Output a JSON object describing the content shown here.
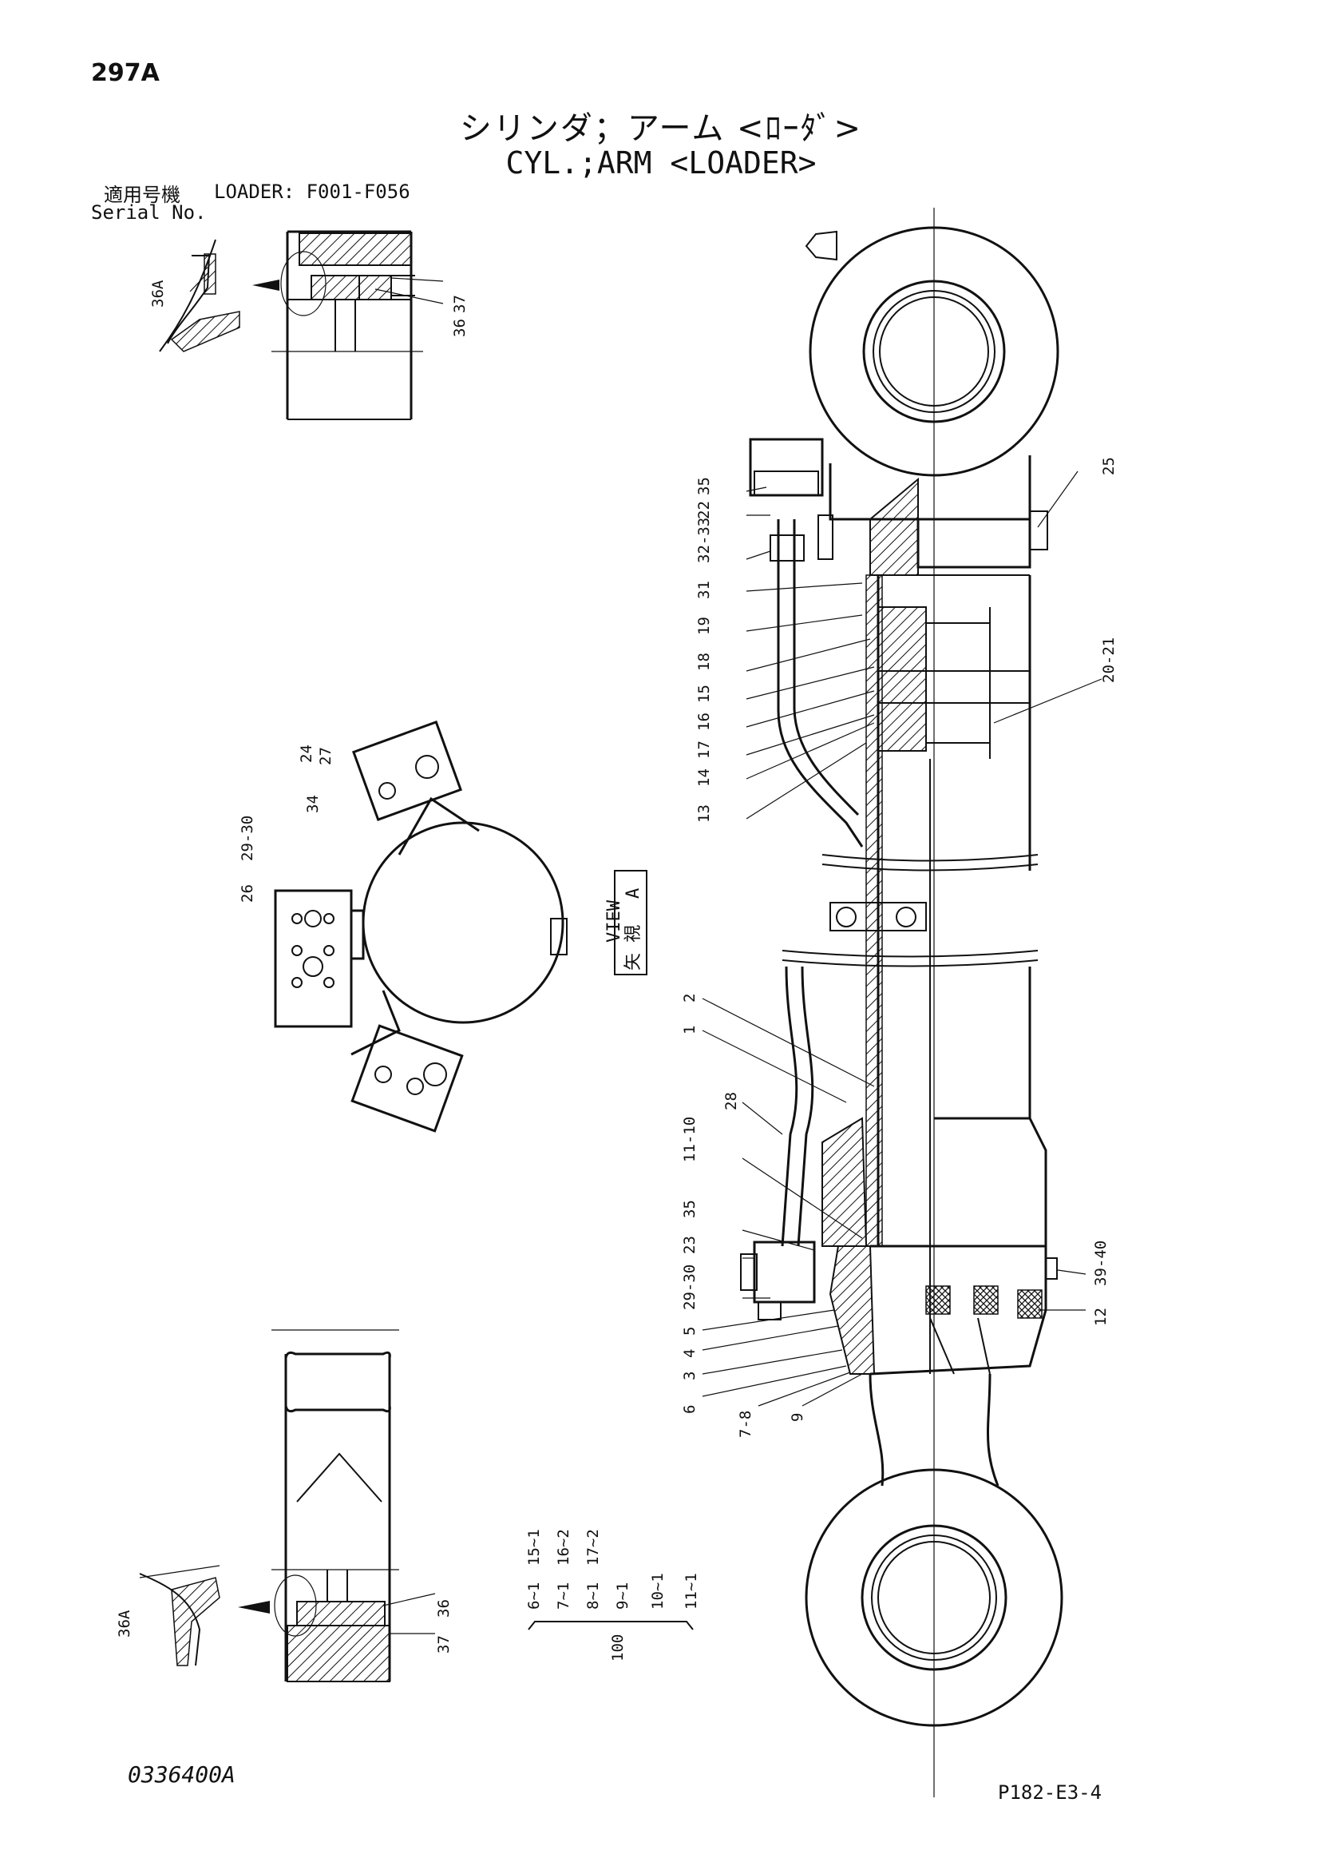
{
  "page_number": "297A",
  "title_jp": "シリンダ；アーム <ﾛｰﾀﾞ>",
  "title_en": "CYL.;ARM <LOADER>",
  "applicability_label": "適用号機",
  "applicability_value": "LOADER: F001-F056",
  "serial_label": "Serial No.",
  "document_code": "0336400A",
  "page_reference": "P182-E3-4",
  "view_label_jp": "矢 視",
  "view_label_en": "VIEW",
  "view_marker": "A",
  "callouts_main": [
    "25",
    "35",
    "22",
    "32-33",
    "31",
    "19",
    "18",
    "15",
    "16",
    "17",
    "14",
    "13",
    "20-21",
    "2",
    "1",
    "28",
    "11-10",
    "35",
    "23",
    "29-30",
    "5",
    "4",
    "3",
    "6",
    "7-8",
    "9",
    "12",
    "39-40"
  ],
  "callouts_view": [
    "24",
    "27",
    "34",
    "29-30",
    "26"
  ],
  "callouts_details": [
    "36A",
    "37",
    "36",
    "36",
    "37",
    "36A"
  ],
  "kit": {
    "number": "100",
    "items_left": [
      "6~1",
      "7~1",
      "8~1",
      "9~1",
      "10~1",
      "11~1"
    ],
    "items_right": [
      "15~1",
      "16~2",
      "17~2"
    ]
  }
}
